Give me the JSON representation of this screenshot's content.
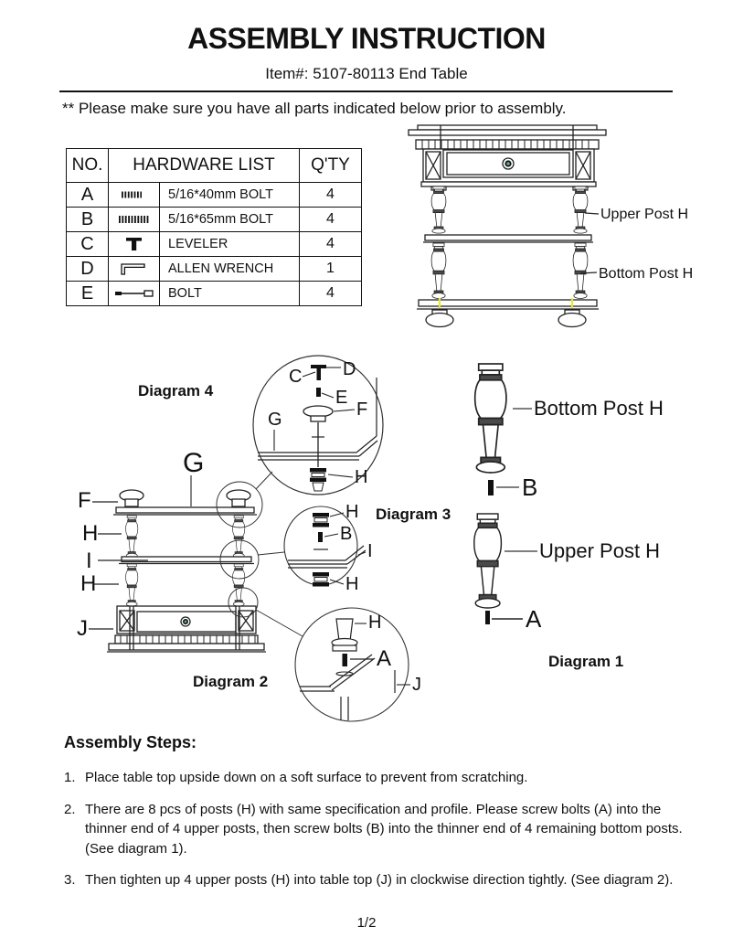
{
  "header": {
    "title": "ASSEMBLY INSTRUCTION",
    "item_line": "Item#: 5107-80113 End Table"
  },
  "note": "** Please make sure you have all parts indicated below prior to assembly.",
  "hardware_table": {
    "col_no": "NO.",
    "col_list": "HARDWARE LIST",
    "col_qty": "Q'TY",
    "rows": [
      {
        "no": "A",
        "icon": "bolt-40mm-icon",
        "desc": "5/16*40mm BOLT",
        "qty": "4"
      },
      {
        "no": "B",
        "icon": "bolt-65mm-icon",
        "desc": "5/16*65mm BOLT",
        "qty": "4"
      },
      {
        "no": "C",
        "icon": "leveler-icon",
        "desc": "LEVELER",
        "qty": "4"
      },
      {
        "no": "D",
        "icon": "allen-wrench-icon",
        "desc": "ALLEN WRENCH",
        "qty": "1"
      },
      {
        "no": "E",
        "icon": "long-bolt-icon",
        "desc": "BOLT",
        "qty": "4"
      }
    ]
  },
  "overview": {
    "upper_post": "Upper Post H",
    "bottom_post": "Bottom Post H"
  },
  "dia": {
    "d4_title": "Diagram 4",
    "d3_title": "Diagram 3",
    "d2_title": "Diagram 2",
    "d1_title": "Diagram 1",
    "bottom_post": "Bottom Post H",
    "upper_post": "Upper Post H",
    "labels": {
      "a": "A",
      "b": "B",
      "c": "C",
      "d": "D",
      "e": "E",
      "f": "F",
      "g": "G",
      "h": "H",
      "i": "I",
      "j": "J"
    }
  },
  "steps": {
    "heading": "Assembly Steps:",
    "items": [
      {
        "num": "1.",
        "text": "Place table top upside down on a soft surface to prevent from scratching."
      },
      {
        "num": "2.",
        "text": "There are 8 pcs of posts (H) with same specification and profile. Please screw bolts (A) into the thinner end of 4 upper posts, then screw bolts (B) into the thinner end of 4 remaining bottom posts. (See diagram 1)."
      },
      {
        "num": "3.",
        "text": "Then tighten up 4 upper posts (H) into table top (J) in clockwise direction tightly. (See diagram 2)."
      }
    ]
  },
  "footer": {
    "page": "1/2"
  },
  "colors": {
    "ink": "#111111",
    "line_art": "#222222",
    "knob_accent": "#5fae9e",
    "foot_mark": "#e8e83a"
  }
}
